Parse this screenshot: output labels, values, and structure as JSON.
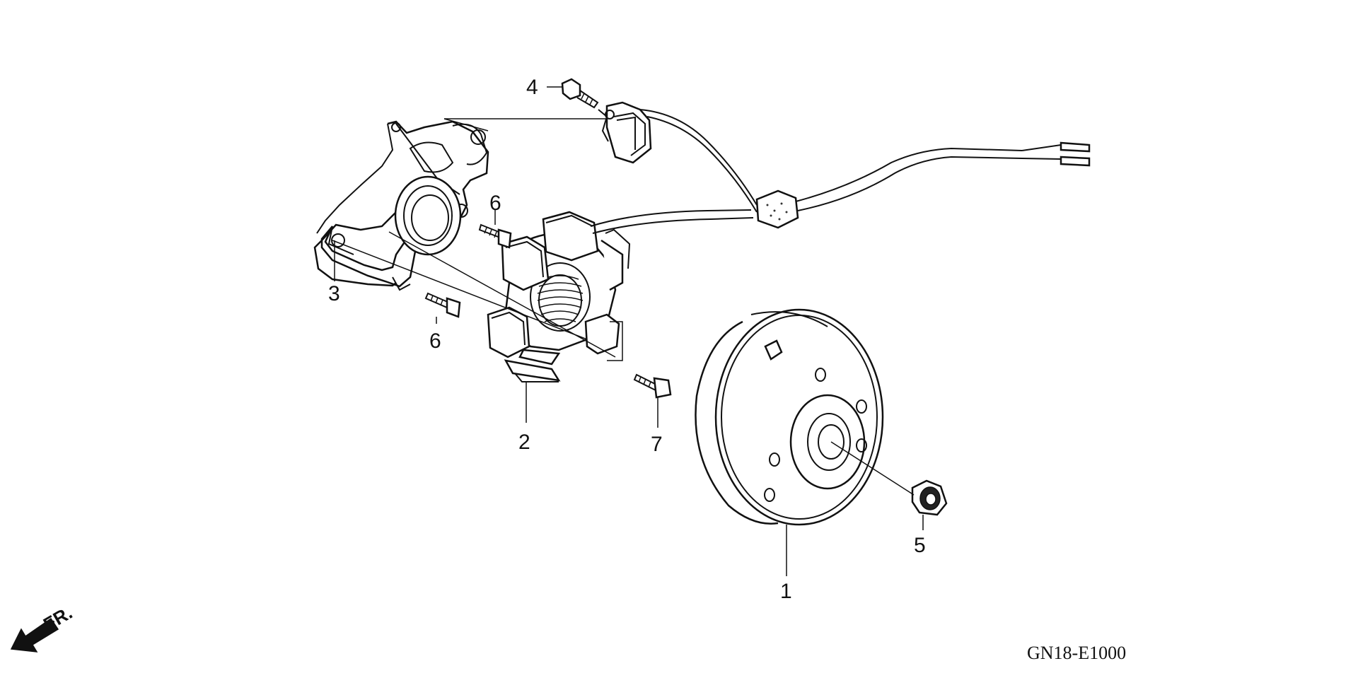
{
  "callouts": [
    {
      "id": "1",
      "label": "1"
    },
    {
      "id": "2",
      "label": "2"
    },
    {
      "id": "3",
      "label": "3"
    },
    {
      "id": "4",
      "label": "4"
    },
    {
      "id": "5",
      "label": "5"
    },
    {
      "id": "6a",
      "label": "6"
    },
    {
      "id": "6b",
      "label": "6"
    },
    {
      "id": "7",
      "label": "7"
    }
  ],
  "direction_marker": {
    "label": "FR."
  },
  "diagram_code": "GN18-E1000"
}
